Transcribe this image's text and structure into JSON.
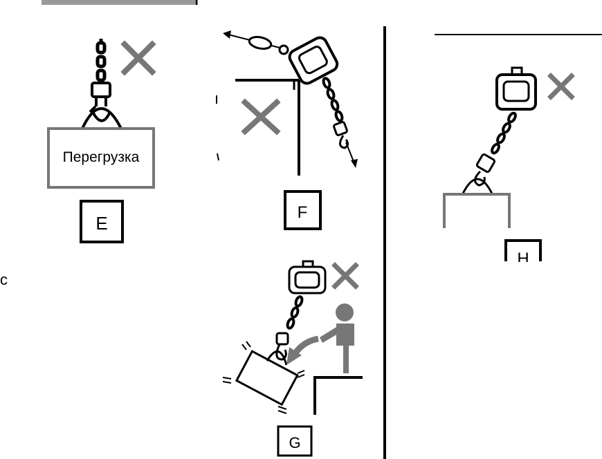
{
  "panels": {
    "e": {
      "load_label": "Перегрузка",
      "box_label": "E",
      "mark": "cross-icon"
    },
    "f": {
      "box_label": "F",
      "mark": "cross-icon"
    },
    "g": {
      "box_label": "G",
      "mark": "cross-icon"
    },
    "h": {
      "box_label": "H",
      "mark": "cross-icon"
    }
  },
  "side_fragment": "c",
  "colors": {
    "line": "#000000",
    "mark": "#777777",
    "header_bar": "#999999"
  }
}
